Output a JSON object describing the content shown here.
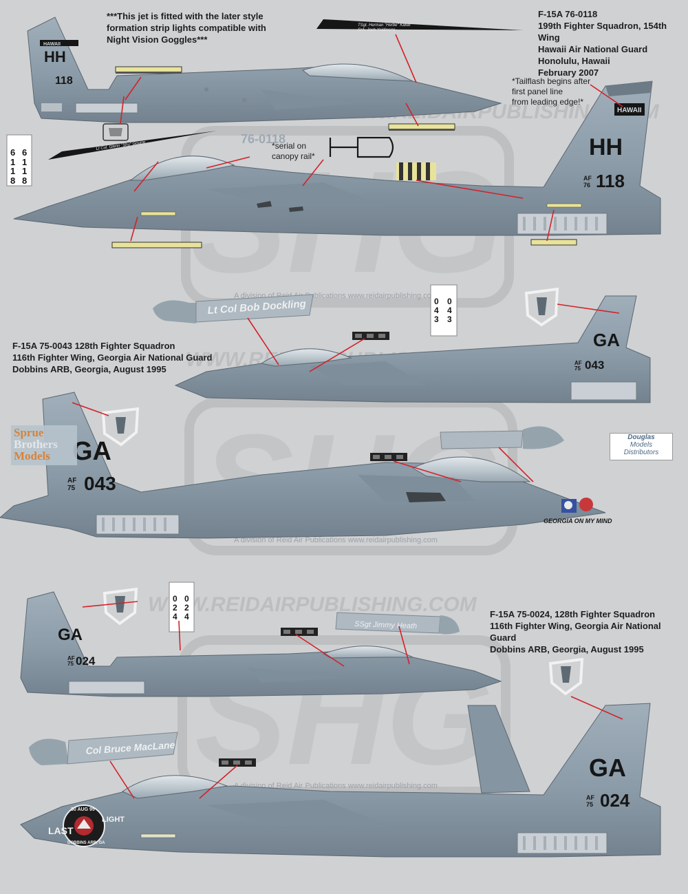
{
  "colors": {
    "background": "#cfd1d3",
    "jet_gray": "#8b9ba8",
    "jet_light": "#a7b5c0",
    "jet_dark": "#6d7b87",
    "callout_red": "#d42128",
    "stencil_black": "#161616",
    "watermark": "#b8babc"
  },
  "watermarks": {
    "url": "WWW.REIDAIRPUBLISHING.COM",
    "shg": "SHG",
    "division_note": "A division of Reid Air Publications  www.reidairpublishing.com"
  },
  "badges": {
    "sprue": {
      "line1": "Sprue",
      "line2": "Brothers",
      "line3": "Models"
    },
    "douglas": {
      "line1": "Douglas",
      "line2": "Models",
      "line3": "Distributors"
    }
  },
  "jets": [
    {
      "caption": "F-15A 76-0118\n199th Fighter Squadron, 154th Wing\nHawaii Air National Guard\nHonolulu, Hawaii\nFebruary 2007",
      "tail_code": "HH",
      "serial_prefix": "AF\n76",
      "serial": "118",
      "tail_band": "HAWAII",
      "canopy_serial": "76-0118",
      "tag_digits": [
        "6",
        "1",
        "1",
        "8"
      ],
      "notes": {
        "nvg": "***This jet is fitted with the later style\nformation strip lights compatible with\nNight Vision Goggles***",
        "tailflash": "*Tailflash begins after\nfirst panel line\nfrom leading edge!*",
        "canopy_rail": "*serial on\ncanopy rail*"
      },
      "canopy_names": [
        "TSgt. Herman \"Herbe\" Kalue",
        "SrA. Josh Ysidinorre",
        "Lt Col. Glenn \"Shu\" Gourre"
      ]
    },
    {
      "caption": "F-15A 75-0043 128th Fighter Squadron\n116th Fighter Wing, Georgia Air National Guard\nDobbins ARB, Georgia, August 1995",
      "tail_code": "GA",
      "serial_prefix": "AF\n75",
      "serial": "043",
      "tag_digits": [
        "0",
        "4",
        "3"
      ],
      "pilot_name": "Lt Col Bob Dockling",
      "nose_art": "GEORGIA ON MY MIND"
    },
    {
      "caption": "F-15A 75-0024, 128th Fighter Squadron\n116th Fighter Wing, Georgia Air National Guard\nDobbins ARB, Georgia, August 1995",
      "tail_code": "GA",
      "serial_prefix": "AF\n75",
      "serial": "024",
      "tag_digits": [
        "0",
        "2",
        "4"
      ],
      "crew_name": "SSgt Jimmy Heath",
      "pilot_name": "Col Bruce MacLane",
      "nose_art": {
        "title": "LAST",
        "title2": "LIGHT",
        "date": "30 AUG 95",
        "base": "DOBBINS ARB, GA"
      }
    }
  ]
}
